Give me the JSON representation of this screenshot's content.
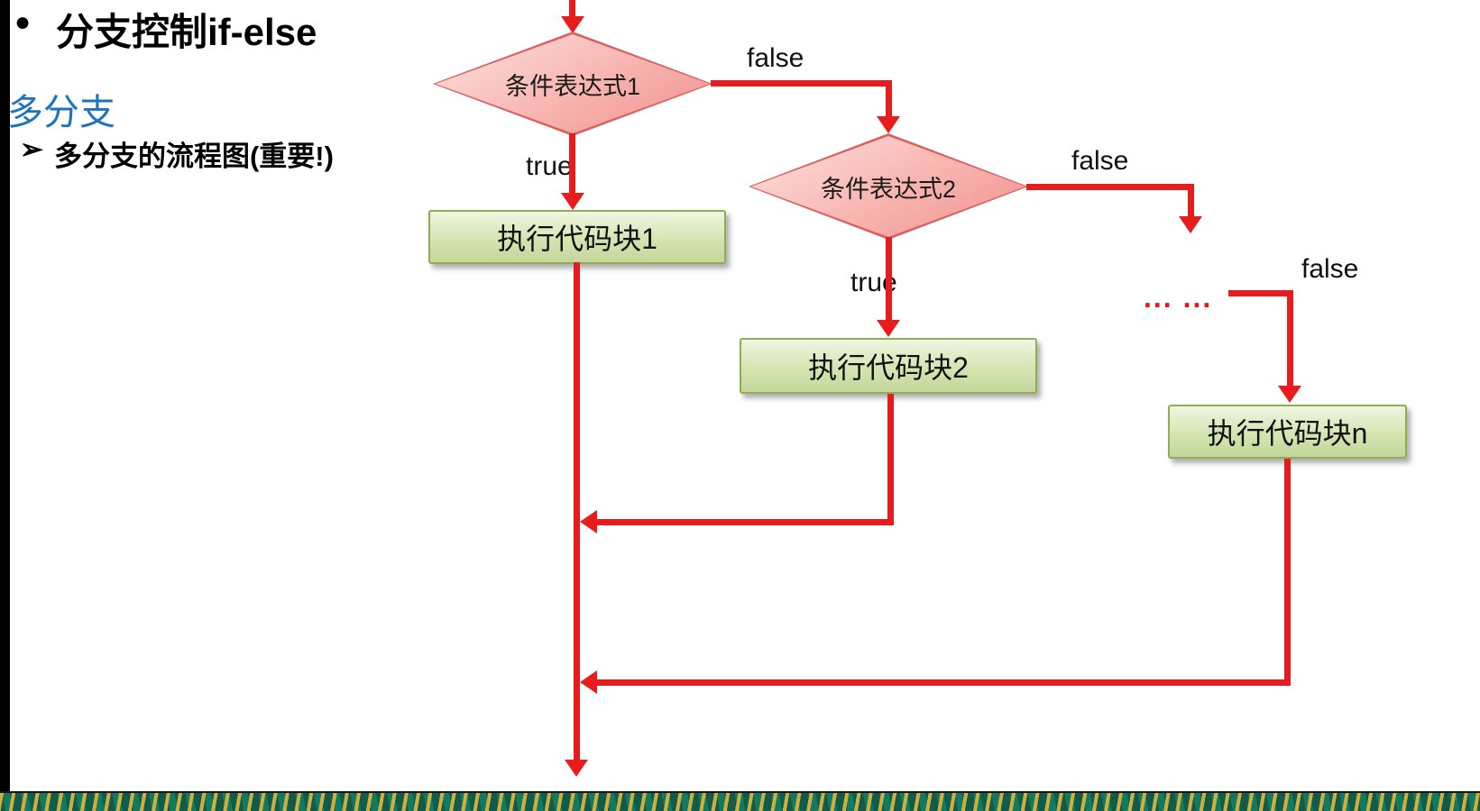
{
  "slide": {
    "bullet": "●",
    "title": "分支控制if-else",
    "subtitle": "多分支",
    "list_marker": "➢",
    "list_item": "多分支的流程图(重要!)"
  },
  "flowchart": {
    "nodes": {
      "cond1": "条件表达式1",
      "cond2": "条件表达式2",
      "block1": "执行代码块1",
      "block2": "执行代码块2",
      "blockn": "执行代码块n"
    },
    "labels": {
      "cond1_true": "true",
      "cond1_false": "false",
      "cond2_true": "true",
      "cond2_false": "false",
      "condn_false": "false",
      "ellipsis": "... ..."
    },
    "colors": {
      "arrow": "#e81c1c",
      "diamond_fill": "#f8b4b0",
      "diamond_border": "#d96060",
      "box_fill": "#c3d69b",
      "box_border": "#8fae53",
      "subtitle_text": "#1e73be"
    }
  }
}
